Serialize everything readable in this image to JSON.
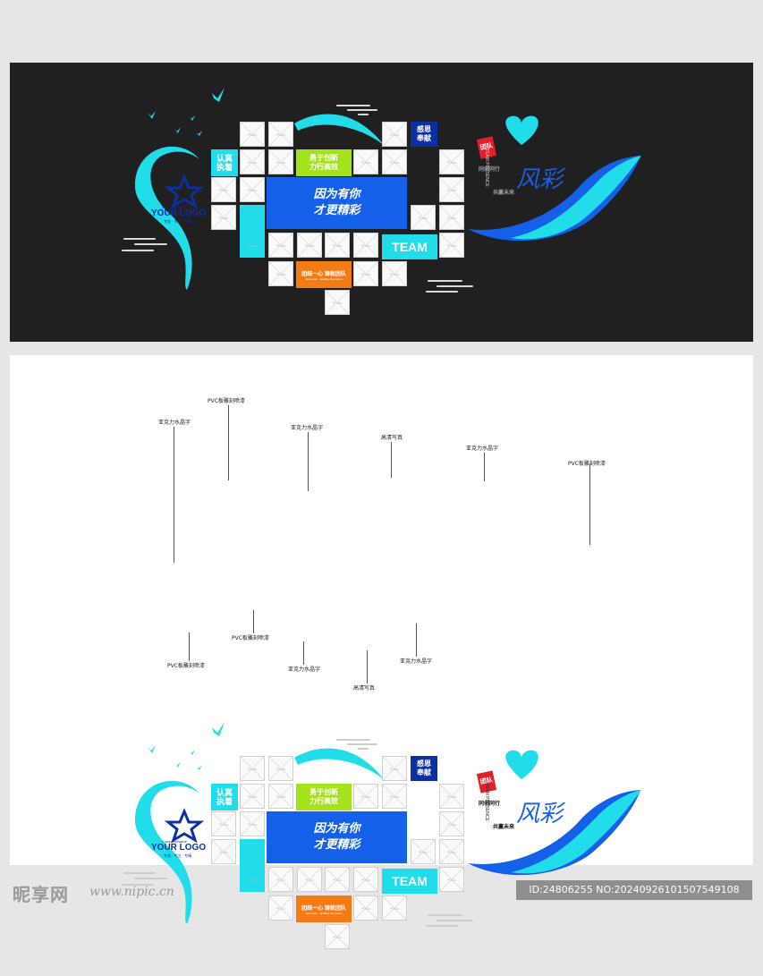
{
  "colors": {
    "cyan": "#21dde9",
    "blue": "#1560e8",
    "navy": "#0c2fa2",
    "lime": "#a5e21e",
    "orange": "#f47a13",
    "red": "#e0212a",
    "dark_bg": "#202020"
  },
  "icons": [
    "bird-icon",
    "star-logo-icon",
    "heart-icon",
    "ribbon-swoosh",
    "cloud-lines"
  ],
  "design": {
    "photo_label": "Photo",
    "block_renzhen": "认真\n执着",
    "block_yongyu": "勇于创新\n力行高效",
    "block_ganen": "感恩\n奉献",
    "slogan_calligraphy": "因为有你\n才更精彩",
    "team_label": "TEAM",
    "orange_block_main": "团结一心 铸就团队",
    "orange_block_sub": "Teamwork · Building the Future",
    "logo_company": "CompanyName",
    "logo_main": "YOUR LOGO",
    "logo_sub": "专业 · 专注 · 专精",
    "tuandui": "团队",
    "team_presence": "TEAM PRESENCE",
    "fengcai": "风彩",
    "motto_1": "同创同行",
    "motto_2": "共赢未来"
  },
  "annotations": [
    {
      "id": "a1",
      "text": "PVC板雕刻喷漆"
    },
    {
      "id": "a2",
      "text": "亚克力水晶字"
    },
    {
      "id": "a3",
      "text": "亚克力水晶字"
    },
    {
      "id": "a4",
      "text": "高清写真"
    },
    {
      "id": "a5",
      "text": "亚克力水晶字"
    },
    {
      "id": "a6",
      "text": "PVC板雕刻喷漆"
    },
    {
      "id": "a7",
      "text": "PVC板雕刻喷漆"
    },
    {
      "id": "a8",
      "text": "PVC板雕刻喷漆"
    },
    {
      "id": "a9",
      "text": "亚克力水晶字"
    },
    {
      "id": "a10",
      "text": "高清写真"
    },
    {
      "id": "a11",
      "text": "亚克力水晶字"
    }
  ],
  "footer": {
    "site_logo": "昵享网",
    "site_url": "www.nipic.cn",
    "image_id": "ID:24806255 NO:20240926101507549108"
  }
}
